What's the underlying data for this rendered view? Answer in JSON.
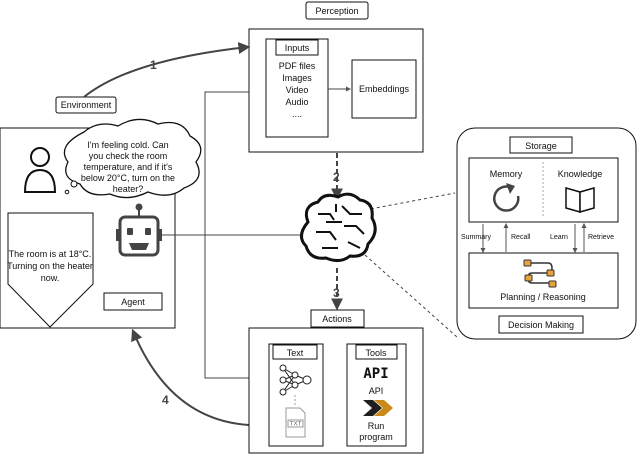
{
  "perception": {
    "title": "Perception",
    "inputs_title": "Inputs",
    "inputs": [
      "PDF files",
      "Images",
      "Video",
      "Audio",
      "...."
    ],
    "embeddings": "Embeddings"
  },
  "environment": {
    "title": "Environment",
    "speech": [
      "I'm feeling cold. Can",
      "you check the room",
      "temperature, and if it's",
      "below 20°C, turn on the",
      "heater?"
    ]
  },
  "agent": {
    "title": "Agent",
    "reply": [
      "The room is at 18°C.",
      "Turning on the heater",
      "now."
    ]
  },
  "storage": {
    "title": "Storage",
    "memory": "Memory",
    "knowledge": "Knowledge",
    "summary": "Summary",
    "recall": "Recall",
    "learn": "Learn",
    "retrieve": "Retrieve",
    "planning": "Planning / Reasoning",
    "decision": "Decision Making"
  },
  "actions": {
    "title": "Actions",
    "text_title": "Text",
    "tools_title": "Tools",
    "api_glyph": "API",
    "api": "API",
    "run_program": [
      "Run",
      "program"
    ],
    "doc_tag": "TXT"
  },
  "steps": [
    "1",
    "2",
    "3",
    "4"
  ],
  "colors": {
    "stroke": "#111111",
    "arrow": "#444444",
    "orange": "#e8a33d"
  }
}
